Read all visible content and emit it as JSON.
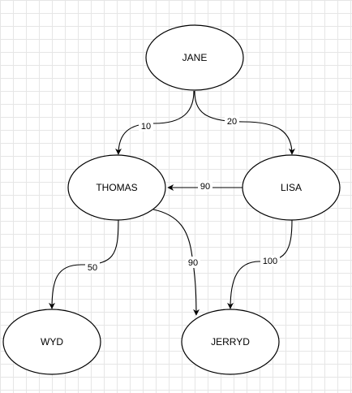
{
  "diagram": {
    "nodes": [
      {
        "id": "jane",
        "label": "JANE"
      },
      {
        "id": "thomas",
        "label": "THOMAS"
      },
      {
        "id": "lisa",
        "label": "LISA"
      },
      {
        "id": "wyd",
        "label": "WYD"
      },
      {
        "id": "jerryd",
        "label": "JERRYD"
      }
    ],
    "edges": [
      {
        "from": "jane",
        "to": "thomas",
        "label": "10"
      },
      {
        "from": "jane",
        "to": "lisa",
        "label": "20"
      },
      {
        "from": "lisa",
        "to": "thomas",
        "label": "90"
      },
      {
        "from": "thomas",
        "to": "wyd",
        "label": "50"
      },
      {
        "from": "thomas",
        "to": "jerryd",
        "label": "90"
      },
      {
        "from": "lisa",
        "to": "jerryd",
        "label": "100"
      }
    ]
  }
}
